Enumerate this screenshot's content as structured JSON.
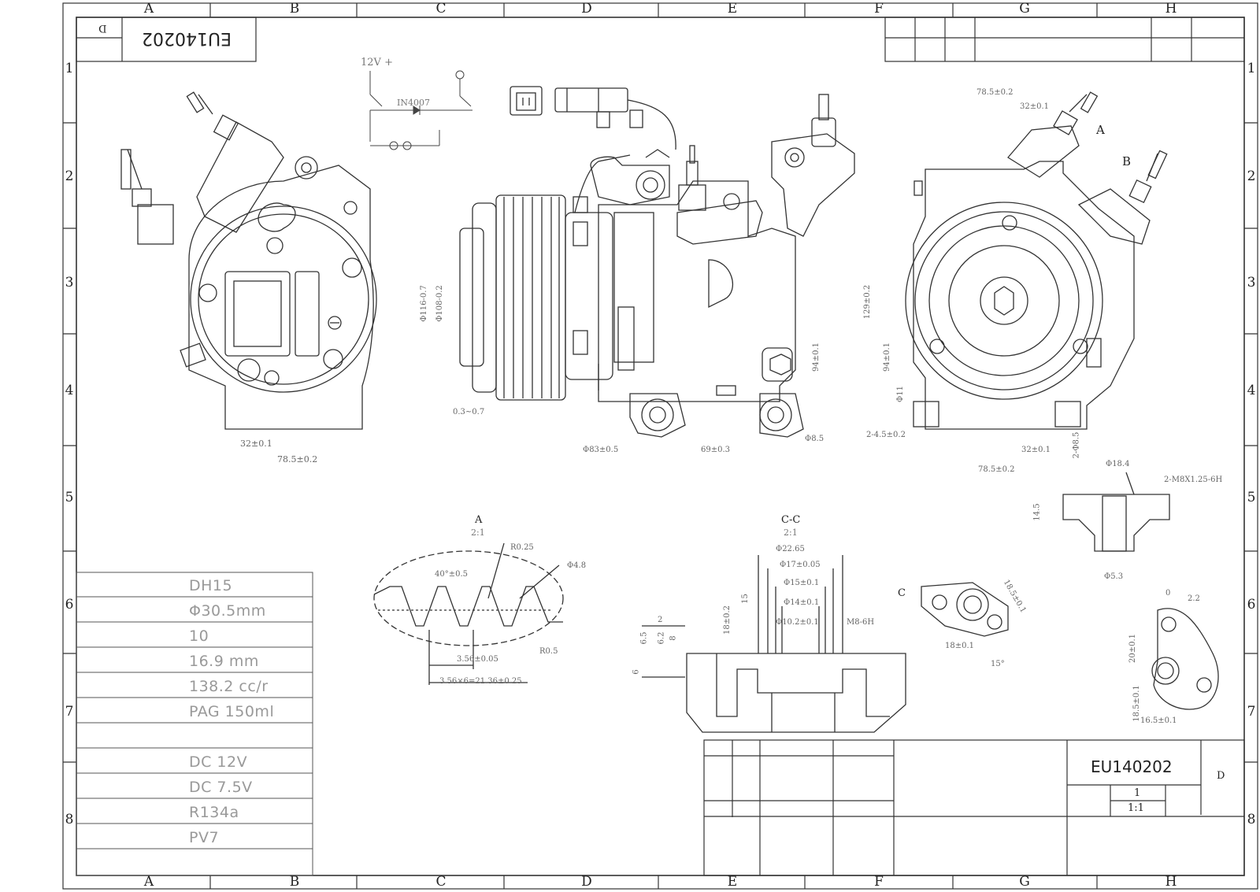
{
  "drawing": {
    "part_number": "EU140202",
    "part_number_rotated": "EU140202",
    "revision": "D",
    "sheet": "1",
    "scale": "1:1"
  },
  "zones": {
    "columns": [
      "A",
      "B",
      "C",
      "D",
      "E",
      "F",
      "G",
      "H"
    ],
    "rows": [
      "1",
      "2",
      "3",
      "4",
      "5",
      "6",
      "7",
      "8"
    ]
  },
  "spec_table": [
    "DH15",
    "Φ30.5mm",
    "10",
    "16.9 mm",
    "138.2 cc/r",
    "PAG 150ml",
    "",
    "DC 12V",
    "DC 7.5V",
    "R134a",
    "PV7"
  ],
  "section_labels": {
    "section_a": "A",
    "section_a_scale": "2:1",
    "section_c": "C-C",
    "section_c_scale": "2:1",
    "view_a": "A",
    "view_b": "B",
    "view_c": "C"
  },
  "circuit": {
    "voltage": "12V +",
    "diode": "IN4007"
  },
  "dimensions": {
    "front_32": "32±0.1",
    "front_785": "78.5±0.2",
    "side_dia116": "Φ116-0.7",
    "side_dia108": "Φ108-0.2",
    "side_03": "0.3~0.7",
    "side_865": "Φ83±0.5",
    "side_69": "69±0.3",
    "side_94": "94±0.1",
    "side_85": "Φ8.5",
    "rear_top_785": "78.5±0.2",
    "rear_top_32": "32±0.1",
    "rear_129": "129±0.2",
    "rear_94": "94±0.1",
    "rear_11": "Φ11",
    "rear_holes": "2-4.5±0.2",
    "rear_bot_32": "32±0.1",
    "rear_bot_785": "78.5±0.2",
    "rear_85": "2-Φ8.5",
    "a_angle": "40°±0.5",
    "a_r": "R0.25",
    "a_dia": "Φ4.8",
    "a_356": "3.56±0.05",
    "a_pitch": "3.56×6=21.36±0.25",
    "a_r2": "R0.5",
    "c_dia2265": "Φ22.65",
    "c_dia17": "Φ17±0.05",
    "c_dia15": "Φ15±0.1",
    "c_dia14": "Φ14±0.1",
    "c_dia102": "Φ10.2±0.1",
    "c_m8": "M8-6H",
    "c_18": "18±0.2",
    "c_15": "15",
    "c_65": "6.5",
    "c_62": "6.2",
    "c_8": "8",
    "c_2": "2",
    "c_6": "6",
    "flange_18": "Φ18.4",
    "flange_m8": "2-M8X1.25-6H",
    "flange_h": "14.5",
    "flange_dia": "Φ5.3",
    "port_18": "18±0.1",
    "port_185": "18.5±0.1",
    "port_angle": "15°",
    "port2_0": "0",
    "port2_22": "2.2",
    "port2_20": "20±0.1",
    "port2_185": "18.5±0.1",
    "port2_165": "16.5±0.1"
  }
}
